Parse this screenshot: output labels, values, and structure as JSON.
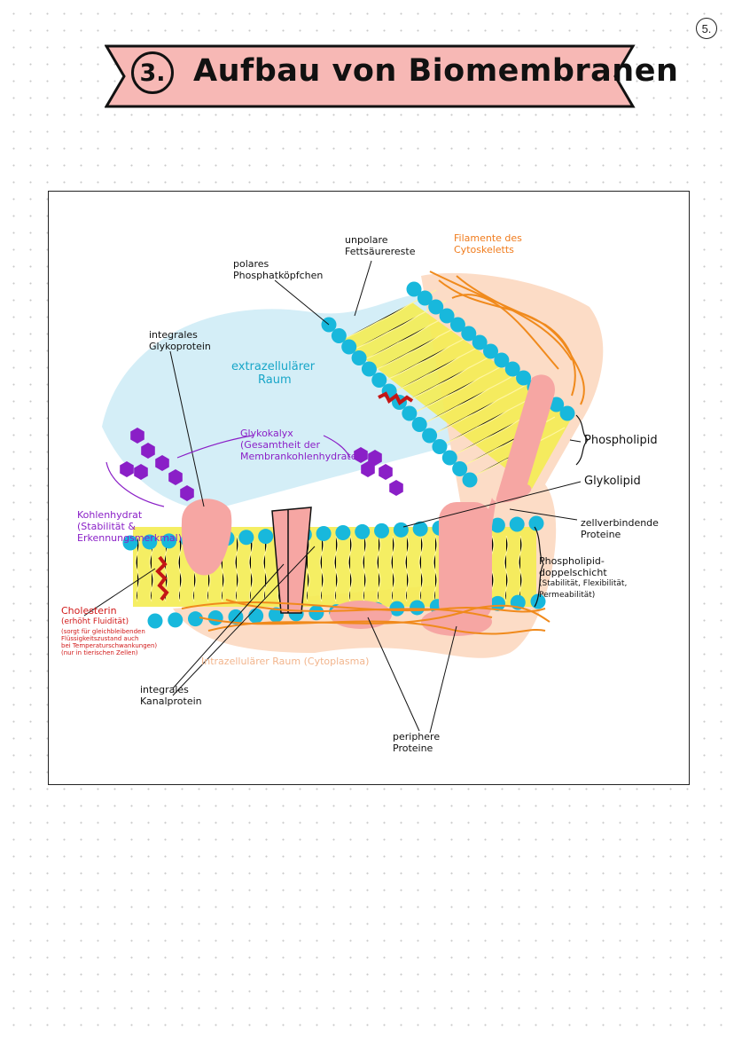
{
  "page_number": "5.",
  "header": {
    "number": "3.",
    "title": "Aufbau von Biomembranen"
  },
  "labels": {
    "unpolare": [
      "unpolare",
      "Fettsäurereste"
    ],
    "filamente": [
      "Filamente des",
      "Cytoskeletts"
    ],
    "polares": [
      "polares",
      "Phosphatköpfchen"
    ],
    "glykoprotein": [
      "integrales",
      "Glykoprotein"
    ],
    "extrazellular": [
      "extrazellulärer",
      "Raum"
    ],
    "glykokalyx": [
      "Glykokalyx",
      "(Gesamtheit der",
      "Membrankohlenhydrate)"
    ],
    "phospholipid": "Phospholipid",
    "glykolipid": "Glykolipid",
    "kohlenhydrat": [
      "Kohlenhydrat",
      "(Stabilität &",
      "Erkennungsmerkmal)"
    ],
    "zellverbindende": [
      "zellverbindende",
      "Proteine"
    ],
    "doppelschicht": [
      "Phospholipid-",
      "doppelschicht",
      "(Stabilität, Flexibilität,",
      "Permeabilität)"
    ],
    "cholesterin": [
      "Cholesterin",
      "(erhöht Fluidität)",
      "(sorgt für gleichbleibenden",
      "Flüssigkeitszustand auch",
      "bei Temperaturschwankungen)",
      "(nur in tierischen Zellen)"
    ],
    "intrazellular": "Intrazellulärer Raum (Cytoplasma)",
    "kanalprotein": [
      "integrales",
      "Kanalprotein"
    ],
    "periphere": [
      "periphere",
      "Proteine"
    ]
  },
  "colors": {
    "banner_fill": "#f7b8b5",
    "head_blue": "#18b8dc",
    "tail_yellow": "#f4ec52",
    "protein_pink": "#f6a6a3",
    "extracellular_blue": "#d4eef7",
    "intracellular_peach": "#fcdcc6",
    "filament_orange": "#f08a1c",
    "carb_purple": "#8a1fc7",
    "cholesterol_red": "#c41616"
  }
}
